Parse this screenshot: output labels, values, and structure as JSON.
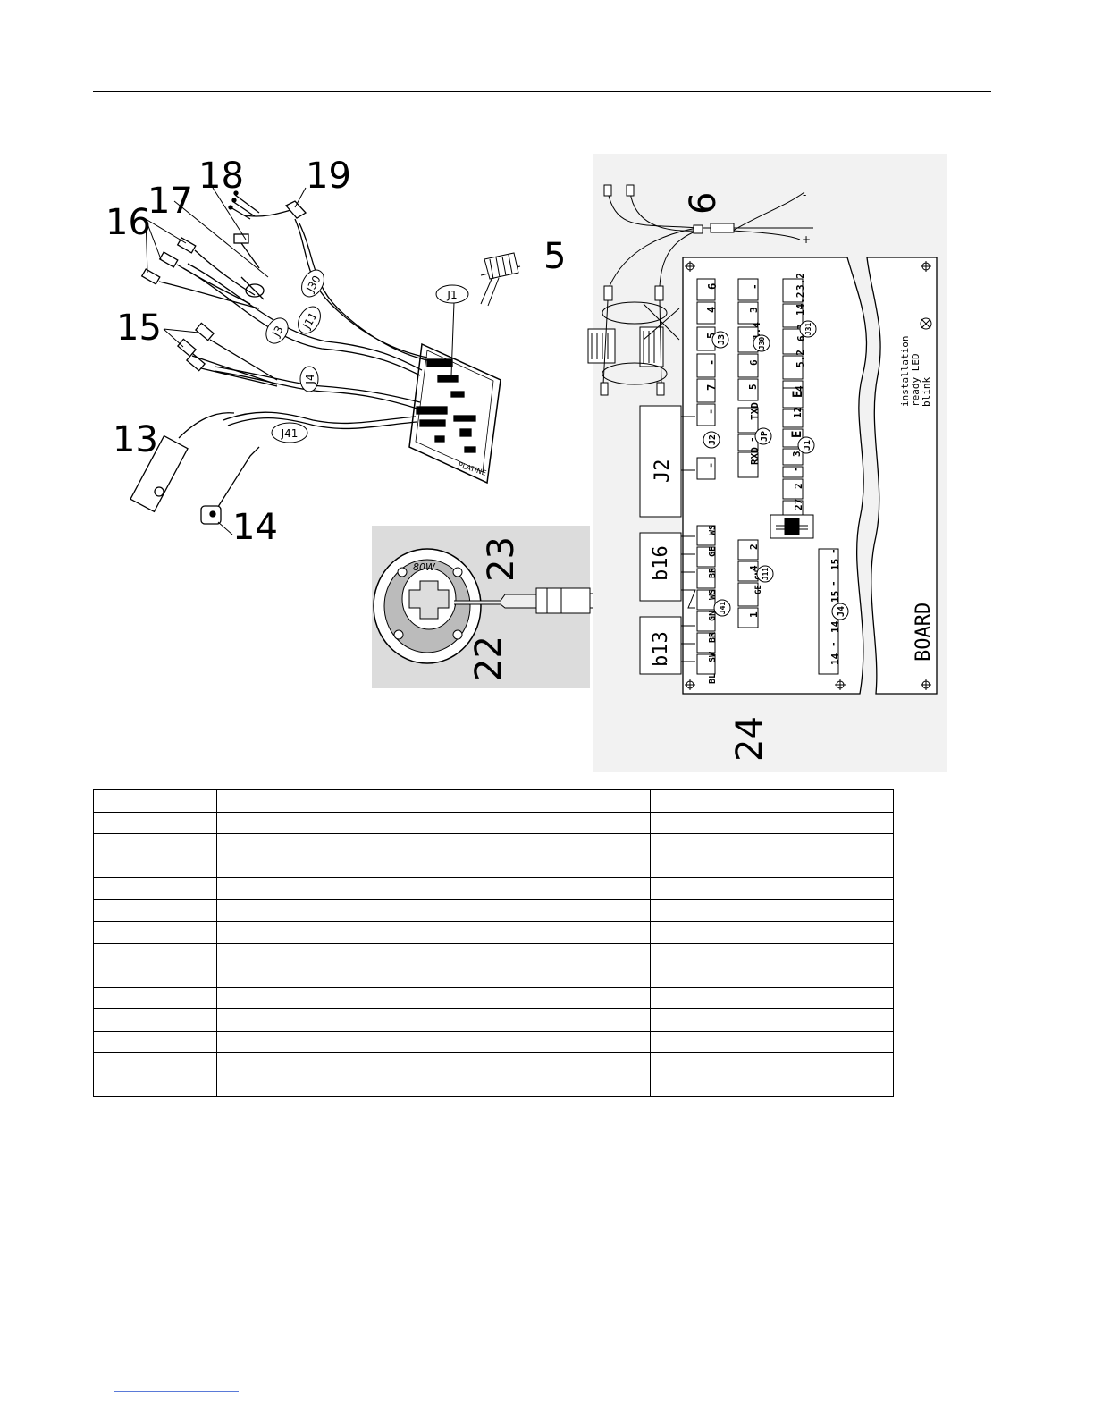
{
  "callouts": {
    "c5": "5",
    "c6": "6",
    "c13": "13",
    "c14": "14",
    "c15": "15",
    "c16": "16",
    "c17": "17",
    "c18": "18",
    "c19": "19",
    "c22": "22",
    "c23": "23",
    "c24": "24"
  },
  "connectors": {
    "j1": "J1",
    "j3": "J3",
    "j4": "J4",
    "j11": "J11",
    "j30": "J30",
    "j41": "J41"
  },
  "pcb": {
    "brand": "PLATINE"
  },
  "board": {
    "title": "BOARD",
    "led_text": [
      "installation",
      "ready LED",
      "blink"
    ],
    "j2_label": "J2",
    "b16_label": "b16",
    "b13_label": "b13",
    "j3_pins": [
      "6",
      "4",
      "5",
      "-",
      "7",
      "-"
    ],
    "j30_pins": [
      "-",
      "3",
      "1.4",
      "6",
      "5",
      "4"
    ],
    "j31_pins": [
      "3.2",
      "14.2",
      "6.2",
      "5.2",
      "4"
    ],
    "j1_pins": [
      "E",
      "12",
      "E",
      "3",
      "-",
      "2",
      "27"
    ],
    "jp_pins": [
      "TXD",
      "-",
      "RXD"
    ],
    "j41_pins": [
      "WS",
      "GE",
      "BR",
      "WS",
      "GN",
      "BR",
      "SW",
      "BL"
    ],
    "j11_pins": [
      "2",
      "4",
      "GE GN",
      "1"
    ],
    "j4_pins": [
      "-",
      "15",
      "-",
      "15",
      "-",
      "14",
      "-",
      "14"
    ],
    "tags": {
      "j3": "J3",
      "j30": "J30",
      "j31": "J31",
      "j1": "J1",
      "jp": "JP",
      "j2": "J2",
      "j41": "J41",
      "j11": "J11",
      "j4": "J4"
    }
  },
  "table": {
    "rows": 14,
    "cols": 3
  }
}
